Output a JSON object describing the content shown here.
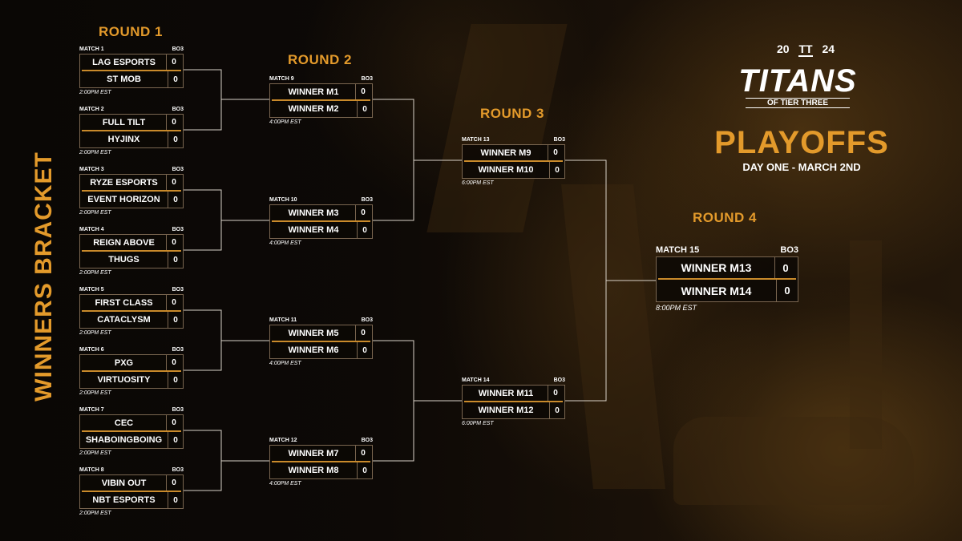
{
  "side_label": "WINNERS BRACKET",
  "logo": {
    "year_left": "20",
    "year_right": "24",
    "title": "TITANS",
    "subtitle": "OF TIER THREE",
    "sword_monogram": "TT"
  },
  "event_title": "PLAYOFFS",
  "event_date": "DAY ONE - MARCH 2ND",
  "rounds": [
    "ROUND 1",
    "ROUND 2",
    "ROUND 3",
    "ROUND 4"
  ],
  "matches": [
    {
      "label": "MATCH 1",
      "format": "BO3",
      "team1": "LAG ESPORTS",
      "score1": "0",
      "team2": "ST MOB",
      "score2": "0",
      "time": "2:00PM EST"
    },
    {
      "label": "MATCH 2",
      "format": "BO3",
      "team1": "FULL TILT",
      "score1": "0",
      "team2": "HYJINX",
      "score2": "0",
      "time": "2:00PM EST"
    },
    {
      "label": "MATCH 3",
      "format": "BO3",
      "team1": "RYZE ESPORTS",
      "score1": "0",
      "team2": "EVENT HORIZON",
      "score2": "0",
      "time": "2:00PM EST"
    },
    {
      "label": "MATCH 4",
      "format": "BO3",
      "team1": "REIGN ABOVE",
      "score1": "0",
      "team2": "THUGS",
      "score2": "0",
      "time": "2:00PM EST"
    },
    {
      "label": "MATCH 5",
      "format": "BO3",
      "team1": "FIRST CLASS",
      "score1": "0",
      "team2": "CATACLYSM",
      "score2": "0",
      "time": "2:00PM EST"
    },
    {
      "label": "MATCH 6",
      "format": "BO3",
      "team1": "PXG",
      "score1": "0",
      "team2": "VIRTUOSITY",
      "score2": "0",
      "time": "2:00PM EST"
    },
    {
      "label": "MATCH 7",
      "format": "BO3",
      "team1": "CEC",
      "score1": "0",
      "team2": "SHABOINGBOING",
      "score2": "0",
      "time": "2:00PM EST"
    },
    {
      "label": "MATCH 8",
      "format": "BO3",
      "team1": "VIBIN OUT",
      "score1": "0",
      "team2": "NBT ESPORTS",
      "score2": "0",
      "time": "2:00PM EST"
    },
    {
      "label": "MATCH 9",
      "format": "BO3",
      "team1": "WINNER M1",
      "score1": "0",
      "team2": "WINNER M2",
      "score2": "0",
      "time": "4:00PM EST"
    },
    {
      "label": "MATCH 10",
      "format": "BO3",
      "team1": "WINNER M3",
      "score1": "0",
      "team2": "WINNER M4",
      "score2": "0",
      "time": "4:00PM EST"
    },
    {
      "label": "MATCH 11",
      "format": "BO3",
      "team1": "WINNER M5",
      "score1": "0",
      "team2": "WINNER M6",
      "score2": "0",
      "time": "4:00PM EST"
    },
    {
      "label": "MATCH 12",
      "format": "BO3",
      "team1": "WINNER M7",
      "score1": "0",
      "team2": "WINNER M8",
      "score2": "0",
      "time": "4:00PM EST"
    },
    {
      "label": "MATCH 13",
      "format": "BO3",
      "team1": "WINNER M9",
      "score1": "0",
      "team2": "WINNER M10",
      "score2": "0",
      "time": "6:00PM EST"
    },
    {
      "label": "MATCH 14",
      "format": "BO3",
      "team1": "WINNER M11",
      "score1": "0",
      "team2": "WINNER M12",
      "score2": "0",
      "time": "6:00PM EST"
    },
    {
      "label": "MATCH 15",
      "format": "BO3",
      "team1": "WINNER M13",
      "score1": "0",
      "team2": "WINNER M14",
      "score2": "0",
      "time": "8:00PM EST"
    }
  ],
  "colors": {
    "accent": "#e39a2b",
    "text": "#ffffff",
    "background": "#0c0805",
    "connector": "#d9d2c8"
  }
}
